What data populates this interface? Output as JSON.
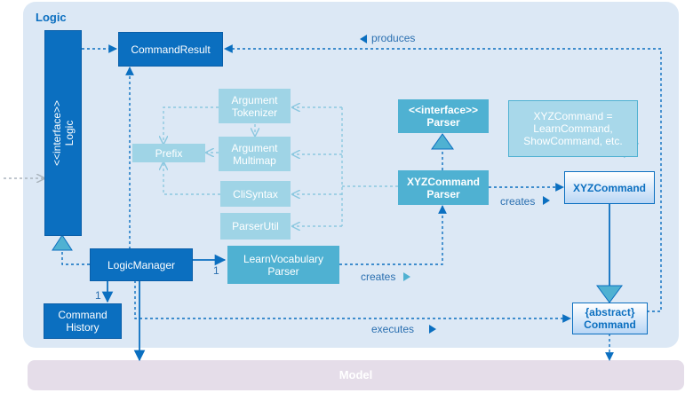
{
  "frame": {
    "title": "Logic"
  },
  "logic_interface": {
    "stereotype": "<<interface>>",
    "name": "Logic"
  },
  "command_result": {
    "label": "CommandResult"
  },
  "argument_tokenizer": {
    "line1": "Argument",
    "line2": "Tokenizer"
  },
  "prefix": {
    "label": "Prefix"
  },
  "argument_multimap": {
    "line1": "Argument",
    "line2": "Multimap"
  },
  "cli_syntax": {
    "label": "CliSyntax"
  },
  "parser_util": {
    "label": "ParserUtil"
  },
  "parser_interface": {
    "stereotype": "<<interface>>",
    "name": "Parser"
  },
  "xyz_command_parser": {
    "line1": "XYZCommand",
    "line2": "Parser"
  },
  "note": {
    "line1": "XYZCommand =",
    "line2": "LearnCommand,",
    "line3": "ShowCommand, etc."
  },
  "xyz_command": {
    "label": "XYZCommand"
  },
  "logic_manager": {
    "label": "LogicManager"
  },
  "learn_vocabulary_parser": {
    "line1": "LearnVocabulary",
    "line2": "Parser"
  },
  "command_history": {
    "line1": "Command",
    "line2": "History"
  },
  "abstract_command": {
    "stereotype": "{abstract}",
    "name": "Command"
  },
  "model": {
    "label": "Model"
  },
  "labels": {
    "produces": "produces",
    "creates_upper": "creates",
    "creates_lower": "creates",
    "executes": "executes",
    "mult_history": "1",
    "mult_parser": "1"
  },
  "colors": {
    "dark": "#0b6fc0",
    "mid": "#4fb1d2",
    "light": "#9fd4e6",
    "frame": "#dce8f5",
    "model": "#e5dde9"
  }
}
